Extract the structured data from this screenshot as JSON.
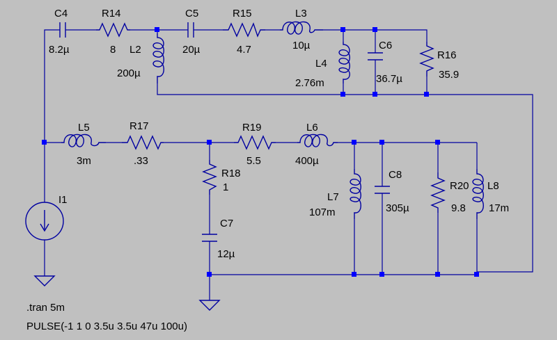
{
  "schematic": {
    "colors": {
      "background": "#c0c0c0",
      "wire": "#0000a0",
      "node": "#0000ff",
      "text": "#000000"
    },
    "components": {
      "C4": {
        "ref": "C4",
        "value": "8.2µ"
      },
      "R14": {
        "ref": "R14",
        "value": "8"
      },
      "C5": {
        "ref": "C5",
        "value": "20µ"
      },
      "R15": {
        "ref": "R15",
        "value": "4.7"
      },
      "L3": {
        "ref": "L3",
        "value": "10µ"
      },
      "L2": {
        "ref": "L2",
        "value": "200µ"
      },
      "L4": {
        "ref": "L4",
        "value": "2.76m"
      },
      "C6": {
        "ref": "C6",
        "value": "36.7µ"
      },
      "R16": {
        "ref": "R16",
        "value": "35.9"
      },
      "L5": {
        "ref": "L5",
        "value": "3m"
      },
      "R17": {
        "ref": "R17",
        "value": ".33"
      },
      "R19": {
        "ref": "R19",
        "value": "5.5"
      },
      "L6": {
        "ref": "L6",
        "value": "400µ"
      },
      "R18": {
        "ref": "R18",
        "value": "1"
      },
      "C7": {
        "ref": "C7",
        "value": "12µ"
      },
      "L7": {
        "ref": "L7",
        "value": "107m"
      },
      "C8": {
        "ref": "C8",
        "value": "305µ"
      },
      "R20": {
        "ref": "R20",
        "value": "9.8"
      },
      "L8": {
        "ref": "L8",
        "value": "17m"
      },
      "I1": {
        "ref": "I1"
      }
    },
    "directives": {
      "tran": ".tran 5m",
      "pulse": "PULSE(-1 1 0 3.5u 3.5u 47u 100u)"
    }
  }
}
